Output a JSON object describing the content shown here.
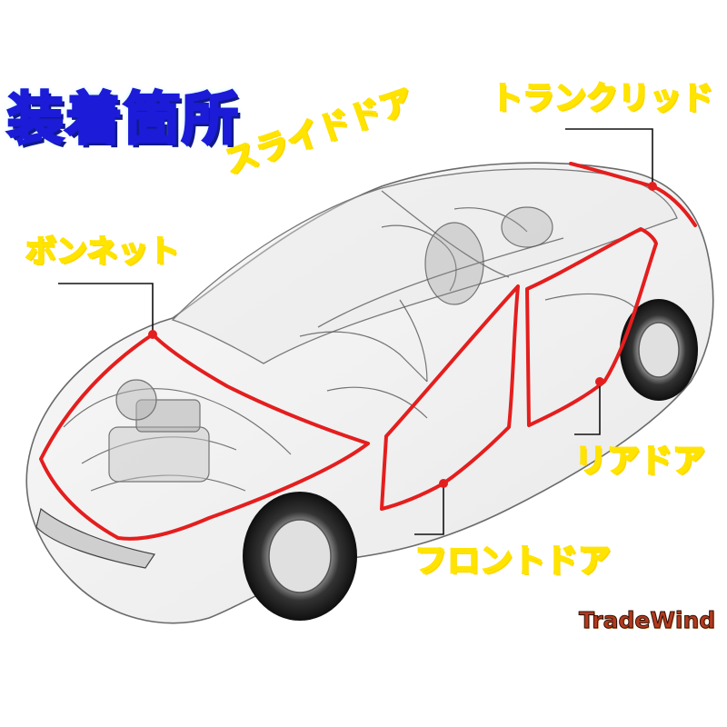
{
  "title": "装着箇所",
  "labels": {
    "trunk_lid": "トランクリッド",
    "slide_door": "スライドドア",
    "bonnet": "ボンネット",
    "rear_door": "リアドア",
    "front_door": "フロントドア"
  },
  "brand": "TradeWind",
  "colors": {
    "seal_line": "#e41e1e",
    "label_text": "#ff2a2a",
    "label_outline": "#ffe400",
    "title_fill": "#21d0ff",
    "title_outline": "#1b1bd8",
    "brand": "#b5391e"
  }
}
